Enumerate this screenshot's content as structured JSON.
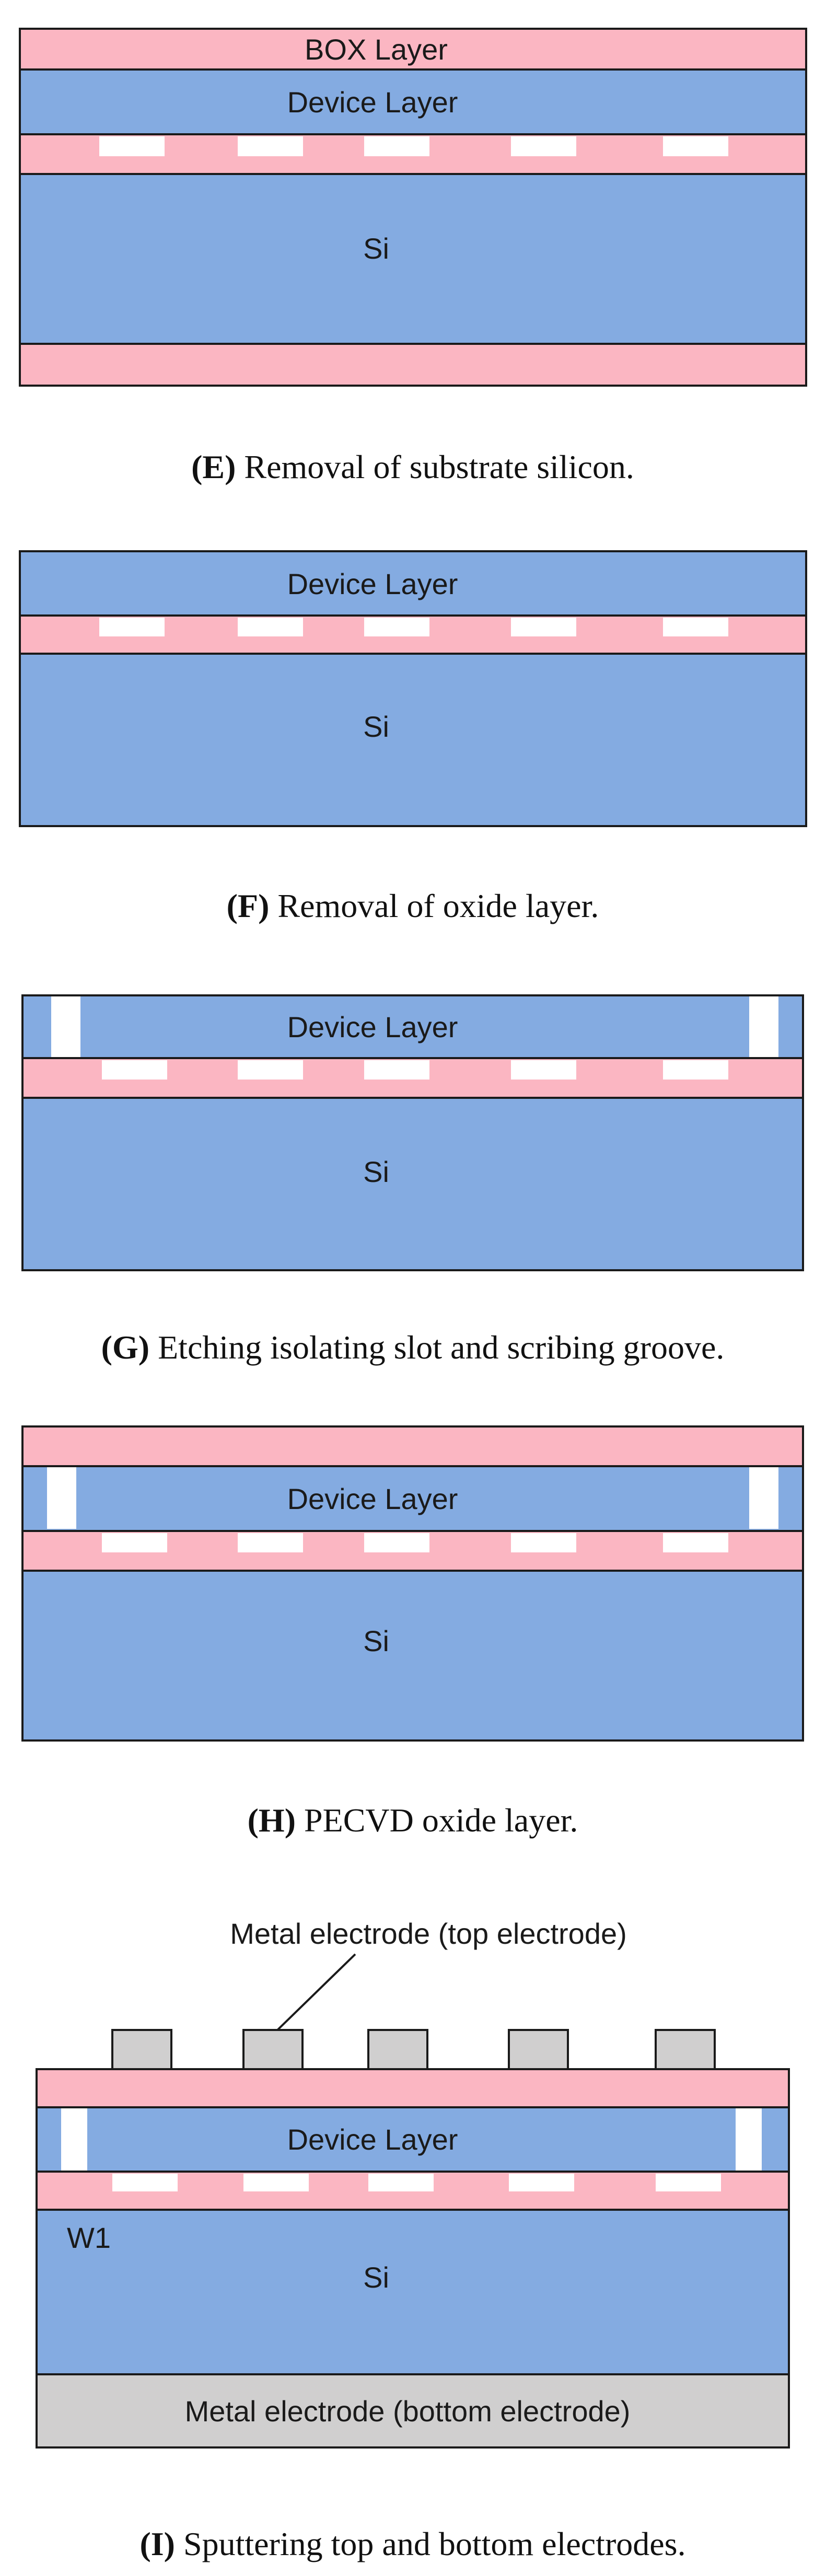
{
  "colors": {
    "oxide": "#FBB6C2",
    "silicon": "#84ABE1",
    "metal": "#D0CFCF",
    "void": "#FFFFFF",
    "outline": "#1A1A1A"
  },
  "panels": [
    {
      "id": "E",
      "layer_labels": {
        "box": "BOX Layer",
        "device": "Device Layer",
        "si": "Si"
      },
      "caption": {
        "letter": "(E)",
        "text": " Removal of substrate silicon."
      }
    },
    {
      "id": "F",
      "layer_labels": {
        "device": "Device Layer",
        "si": "Si"
      },
      "caption": {
        "letter": "(F)",
        "text": " Removal of oxide layer."
      }
    },
    {
      "id": "G",
      "layer_labels": {
        "device": "Device Layer",
        "si": "Si"
      },
      "caption": {
        "letter": "(G)",
        "text": " Etching isolating slot and scribing groove."
      }
    },
    {
      "id": "H",
      "layer_labels": {
        "device": "Device Layer",
        "si": "Si"
      },
      "caption": {
        "letter": "(H)",
        "text": " PECVD oxide layer."
      }
    },
    {
      "id": "I",
      "layer_labels": {
        "top_electrode": "Metal electrode (top electrode)",
        "device": "Device Layer",
        "w1": "W1",
        "si": "Si",
        "bottom_electrode": "Metal electrode (bottom electrode)"
      },
      "caption": {
        "letter": "(I)",
        "text": " Sputtering top and bottom electrodes."
      }
    }
  ]
}
